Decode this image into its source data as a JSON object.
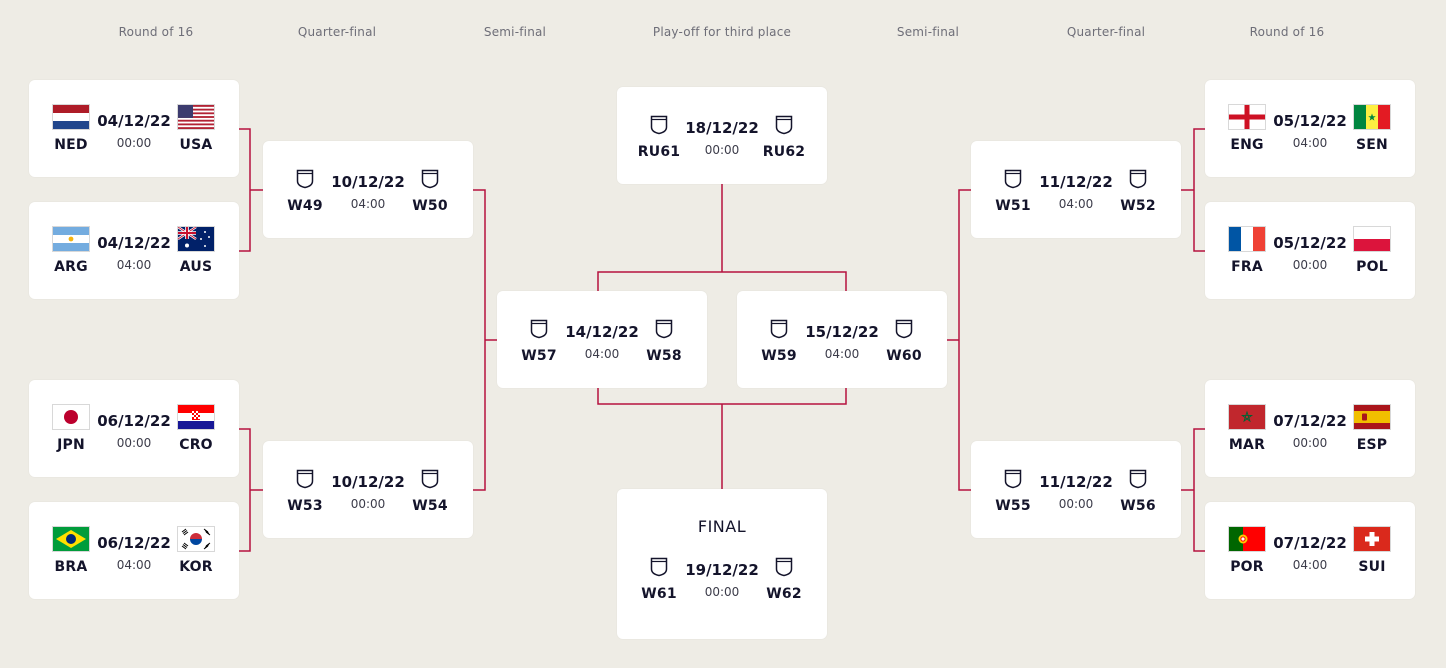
{
  "rounds": {
    "r16_left": "Round of 16",
    "qf_left": "Quarter-final",
    "sf_left": "Semi-final",
    "third": "Play-off for third place",
    "sf_right": "Semi-final",
    "qf_right": "Quarter-final",
    "r16_right": "Round of 16"
  },
  "colors": {
    "background": "#eeece5",
    "bracket_line": "#b5123f",
    "card": "#ffffff"
  },
  "matches": {
    "r16_1": {
      "date": "04/12/22",
      "time": "00:00",
      "home": "NED",
      "away": "USA",
      "home_flag": "netherlands-flag",
      "away_flag": "usa-flag"
    },
    "r16_2": {
      "date": "04/12/22",
      "time": "04:00",
      "home": "ARG",
      "away": "AUS",
      "home_flag": "argentina-flag",
      "away_flag": "australia-flag"
    },
    "r16_3": {
      "date": "06/12/22",
      "time": "00:00",
      "home": "JPN",
      "away": "CRO",
      "home_flag": "japan-flag",
      "away_flag": "croatia-flag"
    },
    "r16_4": {
      "date": "06/12/22",
      "time": "04:00",
      "home": "BRA",
      "away": "KOR",
      "home_flag": "brazil-flag",
      "away_flag": "korea-flag"
    },
    "r16_5": {
      "date": "05/12/22",
      "time": "04:00",
      "home": "ENG",
      "away": "SEN",
      "home_flag": "england-flag",
      "away_flag": "senegal-flag"
    },
    "r16_6": {
      "date": "05/12/22",
      "time": "00:00",
      "home": "FRA",
      "away": "POL",
      "home_flag": "france-flag",
      "away_flag": "poland-flag"
    },
    "r16_7": {
      "date": "07/12/22",
      "time": "00:00",
      "home": "MAR",
      "away": "ESP",
      "home_flag": "morocco-flag",
      "away_flag": "spain-flag"
    },
    "r16_8": {
      "date": "07/12/22",
      "time": "04:00",
      "home": "POR",
      "away": "SUI",
      "home_flag": "portugal-flag",
      "away_flag": "switzerland-flag"
    },
    "qf_1": {
      "date": "10/12/22",
      "time": "04:00",
      "home": "W49",
      "away": "W50"
    },
    "qf_2": {
      "date": "10/12/22",
      "time": "00:00",
      "home": "W53",
      "away": "W54"
    },
    "qf_3": {
      "date": "11/12/22",
      "time": "04:00",
      "home": "W51",
      "away": "W52"
    },
    "qf_4": {
      "date": "11/12/22",
      "time": "00:00",
      "home": "W55",
      "away": "W56"
    },
    "sf_1": {
      "date": "14/12/22",
      "time": "04:00",
      "home": "W57",
      "away": "W58"
    },
    "sf_2": {
      "date": "15/12/22",
      "time": "04:00",
      "home": "W59",
      "away": "W60"
    },
    "third": {
      "date": "18/12/22",
      "time": "00:00",
      "home": "RU61",
      "away": "RU62"
    },
    "final": {
      "title": "FINAL",
      "date": "19/12/22",
      "time": "00:00",
      "home": "W61",
      "away": "W62"
    }
  }
}
